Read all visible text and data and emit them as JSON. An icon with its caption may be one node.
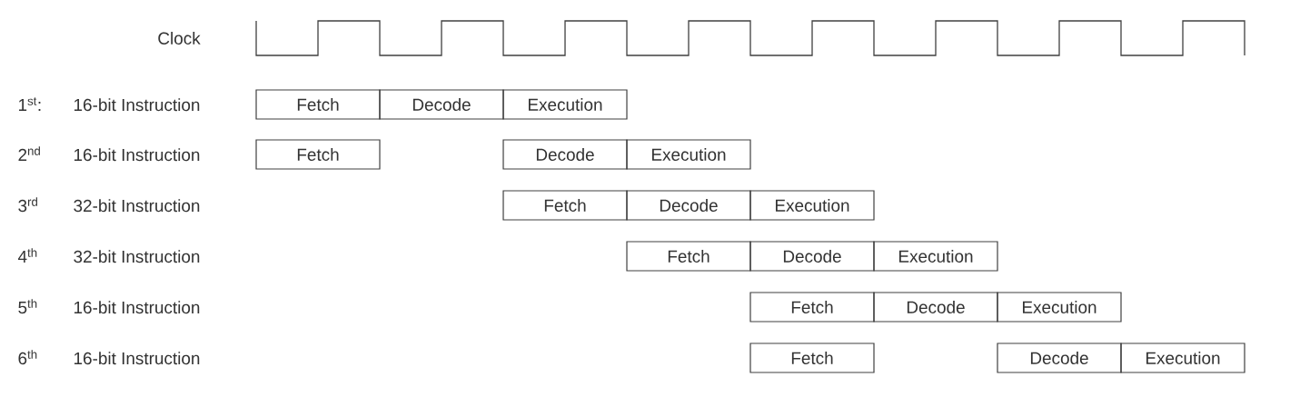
{
  "diagram": {
    "nodes": [
      {
        "text": [
          "Fetch"
        ]
      },
      {
        "text": [
          "Decode"
        ]
      },
      {
        "text": [
          "Execution"
        ]
      },
      {
        "text": [
          "Fetch"
        ]
      },
      {
        "text": [
          "Decode"
        ]
      },
      {
        "text": [
          "Execution"
        ]
      },
      {
        "text": [
          "Fetch"
        ]
      },
      {
        "text": [
          "Decode"
        ]
      },
      {
        "text": [
          "Execution"
        ]
      },
      {
        "text": [
          "Fetch"
        ]
      },
      {
        "text": [
          "Decode"
        ]
      },
      {
        "text": [
          "Execution"
        ]
      },
      {
        "text": [
          "Fetch"
        ]
      },
      {
        "text": [
          "Decode"
        ]
      },
      {
        "text": [
          "Execution"
        ]
      },
      {
        "text": [
          "Fetch"
        ]
      },
      {
        "text": [
          "Decode"
        ]
      },
      {
        "text": [
          "Execution"
        ]
      }
    ],
    "labels": [
      "Clock",
      "1$^{st}$:",
      "16-bit Instruction",
      "2$^{nd}$",
      "16-bit Instruction",
      "3$^{rd}$",
      "32-bit Instruction",
      "4$^{th}$",
      "32-bit Instruction",
      "5$^{th}$",
      "16-bit Instruction",
      "6$^{th}$",
      "16-bit Instruction"
    ]
  }
}
